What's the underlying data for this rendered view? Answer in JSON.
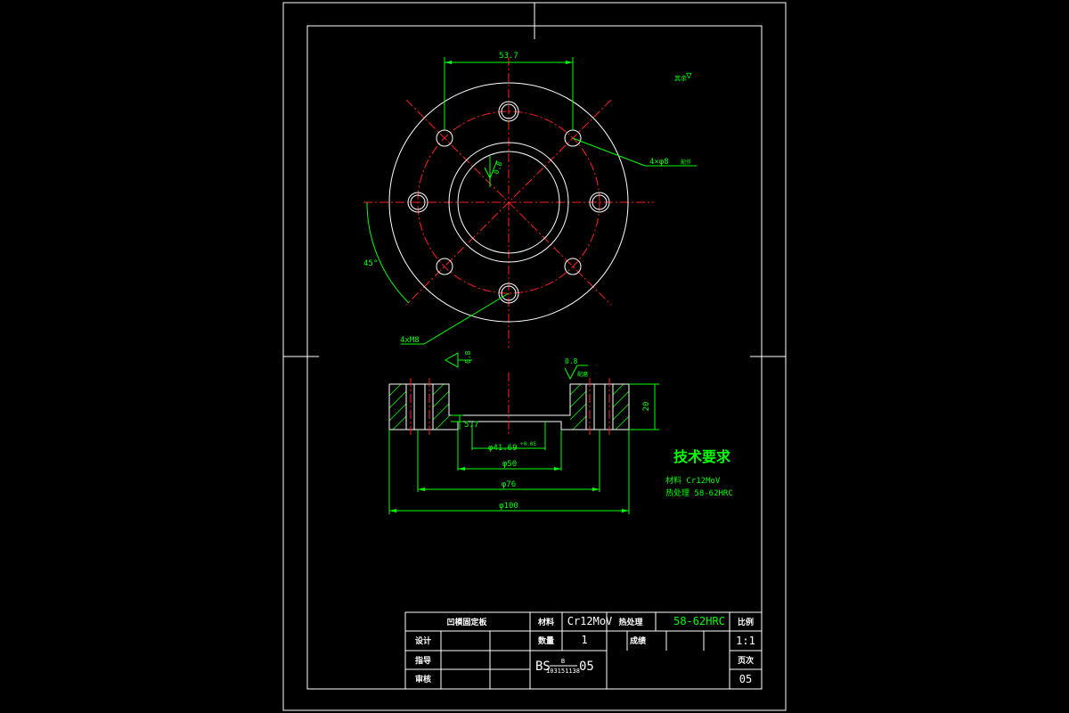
{
  "top_view": {
    "dim_bolt_spacing": "53.7",
    "dim_angle": "45°",
    "callout_holes": "4×φ8",
    "callout_holes_note": "配作",
    "callout_threads": "4xM8",
    "roughness_bore": "0.8"
  },
  "roughness_other": {
    "label": "其余",
    "symbol": "▽"
  },
  "section_view": {
    "roughness_left": "0.8",
    "roughness_right": "0.8",
    "roughness_right_note": "配磨",
    "dim_height": "20",
    "dim_step": "5.7",
    "dim_bore": "φ41.69",
    "dim_bore_tol": "+0.05",
    "dim_d50": "φ50",
    "dim_d76": "φ76",
    "dim_d100": "φ100"
  },
  "tech_req": {
    "title": "技术要求",
    "material_line": "材料 Cr12MoV",
    "heat_line": "热处理 58-62HRC"
  },
  "title_block": {
    "part_name": "凹模固定板",
    "material_label": "材料",
    "material_value": "Cr12MoV",
    "heat_label": "热处理",
    "heat_value": "58-62HRC",
    "scale_label": "比例",
    "scale_value": "1:1",
    "designer_label": "设计",
    "instructor_label": "指导",
    "reviewer_label": "审核",
    "quantity_label": "数量",
    "quantity_value": "1",
    "grade_label": "成绩",
    "sheet_label": "页次",
    "sheet_value": "05",
    "drawing_prefix": "BS",
    "drawing_super": "B",
    "drawing_sub": "103151138",
    "drawing_suffix": "05"
  }
}
